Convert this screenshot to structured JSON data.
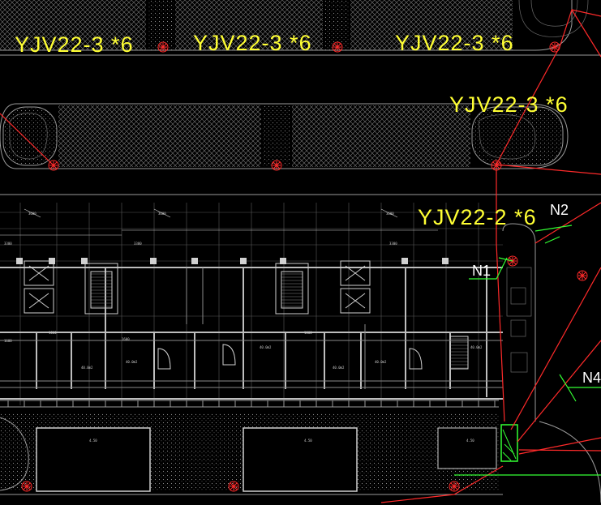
{
  "drawing": {
    "background": "#000000",
    "colors": {
      "cable_label": "#ffff33",
      "cable_line": "#ff2a2a",
      "node_label": "#ffffff",
      "leader": "#33ff33",
      "wall": "#9a9a9a",
      "hatch": "#7a7a7a"
    }
  },
  "cable_labels": [
    {
      "text": "YJV22-3 *6"
    },
    {
      "text": "YJV22-3 *6"
    },
    {
      "text": "YJV22-3 *6"
    },
    {
      "text": "YJV22-3 *6"
    },
    {
      "text": "YJV22-2 *6"
    }
  ],
  "node_labels": [
    {
      "text": "N2"
    },
    {
      "text": "N1"
    },
    {
      "text": "N4"
    }
  ]
}
